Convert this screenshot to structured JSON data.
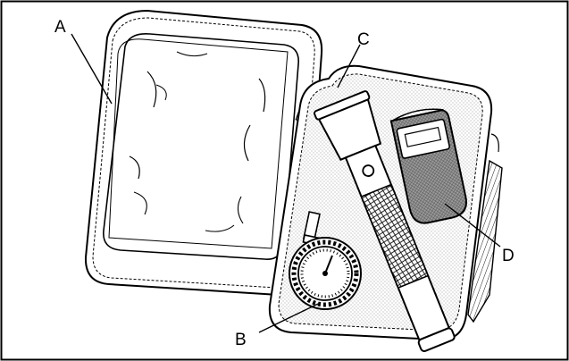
{
  "diagram": {
    "labels": {
      "a": "A",
      "b": "B",
      "c": "C",
      "d": "D"
    },
    "colors": {
      "stroke": "#000000",
      "background": "#ffffff",
      "stipple": "#c8c8c8",
      "mesh": "#9a9a9a"
    },
    "icons": {
      "case": "kit-case-icon",
      "pouch": "clear-pouch-icon",
      "gauge": "tire-gauge-icon",
      "flashlight": "flashlight-icon",
      "holster": "holster-icon"
    }
  }
}
